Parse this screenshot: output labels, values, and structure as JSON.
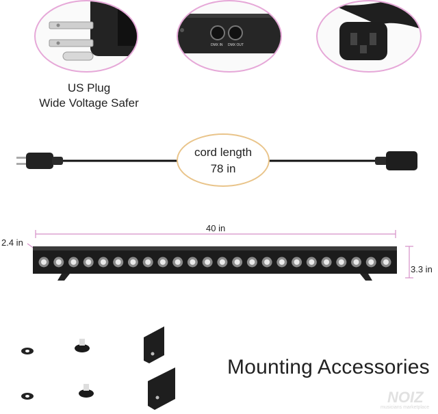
{
  "plug_section": {
    "caption_line1": "US Plug",
    "caption_line2": "Wide Voltage Safer",
    "dmx_in_label": "DMX IN",
    "dmx_out_label": "DMX OUT"
  },
  "cord_section": {
    "label_line1": "cord length",
    "label_line2": "78 in"
  },
  "bar_section": {
    "length_label": "40 in",
    "depth_label": "2.4 in",
    "height_label": "3.3 in",
    "led_count": 24
  },
  "accessories": {
    "title": "Mounting Accessories"
  },
  "watermark": {
    "text": "NOIZ",
    "sub": "musicians marketplace"
  },
  "colors": {
    "accent": "#e6a8d8",
    "dimension_line": "#d58fc8",
    "device": "#1c1c1c",
    "cord_oval_border": "#e9c48a"
  }
}
